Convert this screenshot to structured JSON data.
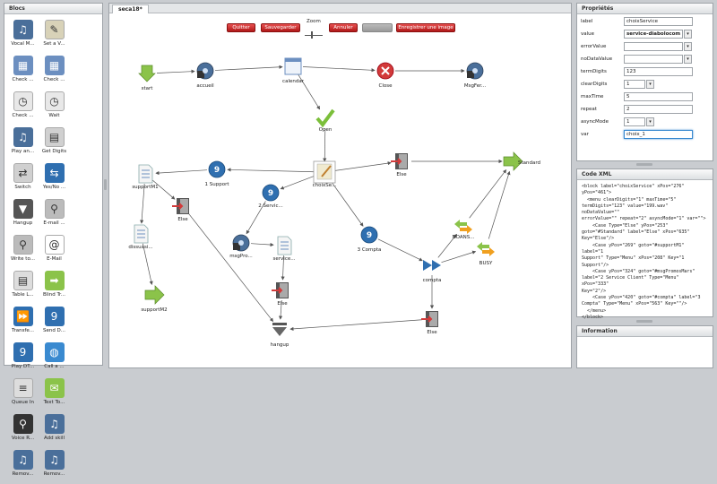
{
  "blocs": {
    "title": "Blocs",
    "items": [
      {
        "label": "Vocal M...",
        "icon": "speaker-disk-icon",
        "color": "#4a6f9a"
      },
      {
        "label": "Set a V...",
        "icon": "edit-icon",
        "color": "#d8d2b8"
      },
      {
        "label": "Check ...",
        "icon": "calendar-icon",
        "color": "#6c8fc0"
      },
      {
        "label": "Check ...",
        "icon": "calendar-icon",
        "color": "#6c8fc0"
      },
      {
        "label": "Check ...",
        "icon": "clock-icon",
        "color": "#e8e8e8"
      },
      {
        "label": "Wait",
        "icon": "clock-check-icon",
        "color": "#e8e8e8"
      },
      {
        "label": "Play an...",
        "icon": "speaker-disk-icon",
        "color": "#4a6f9a"
      },
      {
        "label": "Get Digits",
        "icon": "calculator-icon",
        "color": "#d0d0d0"
      },
      {
        "label": "Switch",
        "icon": "switch-icon",
        "color": "#d0d0d0"
      },
      {
        "label": "Yes/No ...",
        "icon": "arrows-icon",
        "color": "#2f6fb0"
      },
      {
        "label": "Hangup",
        "icon": "hangup-icon",
        "color": "#555"
      },
      {
        "label": "E-mail ...",
        "icon": "magnifier-icon",
        "color": "#bbb"
      },
      {
        "label": "Write to...",
        "icon": "magnifier-icon",
        "color": "#bbb"
      },
      {
        "label": "E-Mail",
        "icon": "at-icon",
        "color": "#fff"
      },
      {
        "label": "Table L...",
        "icon": "table-icon",
        "color": "#ddd"
      },
      {
        "label": "Blind Tr...",
        "icon": "arrow-right-icon",
        "color": "#8bc34a"
      },
      {
        "label": "Transfe...",
        "icon": "fast-forward-icon",
        "color": "#2f6fb0"
      },
      {
        "label": "Send D...",
        "icon": "send-icon",
        "color": "#2f6fb0"
      },
      {
        "label": "Play DT...",
        "icon": "dtmf-icon",
        "color": "#2f6fb0"
      },
      {
        "label": "Call a ...",
        "icon": "globe-icon",
        "color": "#3a8ad0"
      },
      {
        "label": "Queue In",
        "icon": "queue-icon",
        "color": "#ddd"
      },
      {
        "label": "Text To...",
        "icon": "chat-icon",
        "color": "#8bc34a"
      },
      {
        "label": "Voice R...",
        "icon": "microphone-icon",
        "color": "#333"
      },
      {
        "label": "Add skill",
        "icon": "add-skill-icon",
        "color": "#4a6f9a"
      },
      {
        "label": "Remov...",
        "icon": "speaker-disk-icon",
        "color": "#4a6f9a"
      },
      {
        "label": "Remov...",
        "icon": "speaker-disk-icon",
        "color": "#4a6f9a"
      }
    ]
  },
  "editor": {
    "tab": "seca18*",
    "zoom_label": "Zoom",
    "buttons": [
      "Quitter",
      "Sauvegarder",
      "Annuler",
      "",
      "Enregistrer une image"
    ],
    "nodes": [
      {
        "label": "start",
        "icon": "arrow-down-icon"
      },
      {
        "label": "accueil",
        "icon": "speaker-disk-icon"
      },
      {
        "label": "calendar",
        "icon": "calendar-icon"
      },
      {
        "label": "Close",
        "icon": "close-icon"
      },
      {
        "label": "MsgFer...",
        "icon": "speaker-disk-icon"
      },
      {
        "label": "Open",
        "icon": "check-icon"
      },
      {
        "label": "choixSe...",
        "icon": "edit-icon"
      },
      {
        "label": "Else",
        "icon": "door-icon"
      },
      {
        "label": "Standard",
        "icon": "arrow-right-icon"
      },
      {
        "label": "1 Support",
        "icon": "menu-digit-icon"
      },
      {
        "label": "supportM1",
        "icon": "document-icon"
      },
      {
        "label": "Else",
        "icon": "door-icon"
      },
      {
        "label": "2 Servic...",
        "icon": "menu-digit-icon"
      },
      {
        "label": "3 Compta",
        "icon": "menu-digit-icon"
      },
      {
        "label": "dissuasi...",
        "icon": "document-icon"
      },
      {
        "label": "supportM2",
        "icon": "arrow-right-icon"
      },
      {
        "label": "msgPro...",
        "icon": "speaker-disk-icon"
      },
      {
        "label": "service...",
        "icon": "document-icon"
      },
      {
        "label": "Else",
        "icon": "door-icon"
      },
      {
        "label": "hangup",
        "icon": "hangup-icon"
      },
      {
        "label": "compta",
        "icon": "fast-forward-icon"
      },
      {
        "label": "NOANS...",
        "icon": "arrows-icon"
      },
      {
        "label": "BUSY",
        "icon": "arrows-icon"
      },
      {
        "label": "Else",
        "icon": "door-icon"
      }
    ]
  },
  "props": {
    "title": "Propriétés",
    "rows": [
      {
        "key": "label",
        "value": "choixService"
      },
      {
        "key": "value",
        "value": "service-diabolocom",
        "dropdown": true,
        "bold": true
      },
      {
        "key": "errorValue",
        "value": "",
        "dropdown": true
      },
      {
        "key": "noDataValue",
        "value": "",
        "dropdown": true
      },
      {
        "key": "termDigits",
        "value": "123"
      },
      {
        "key": "clearDigits",
        "value": "1",
        "select": true
      },
      {
        "key": "maxTime",
        "value": "5"
      },
      {
        "key": "repeat",
        "value": "2"
      },
      {
        "key": "asyncMode",
        "value": "1",
        "select": true
      },
      {
        "key": "var",
        "value": "choix_1",
        "focus": true
      }
    ]
  },
  "xml": {
    "title": "Code XML",
    "text": "<block label=\"choixService\" xPos=\"276\"\nyPos=\"461\">\n  <menu clearDigits=\"1\" maxTime=\"5\"\ntermDigits=\"123\" value=\"199.wav\" noDataValue=\"\"\nerrorValue=\"\" repeat=\"2\" asyncMode=\"1\" var=\"\">\n    <Case Type=\"Else\" yPos=\"253\"\ngoto=\"#Standard\" label=\"Else\" xPos=\"635\"\nKey=\"Else\"/>\n    <Case yPos=\"269\" goto=\"#supportM1\" label=\"1\nSupport\" Type=\"Menu\" xPos=\"208\" Key=\"1\nSupport\"/>\n    <Case yPos=\"324\" goto=\"#msgPromosMars\"\nlabel=\"2 Service Client\" Type=\"Menu\" xPos=\"333\"\nKey=\"2\"/>\n    <Case yPos=\"420\" goto=\"#compta\" label=\"3\nCompta\" Type=\"Menu\" xPos=\"563\" Key=\"\"/>\n  </menu>\n</block>"
  },
  "info": {
    "title": "Information"
  }
}
